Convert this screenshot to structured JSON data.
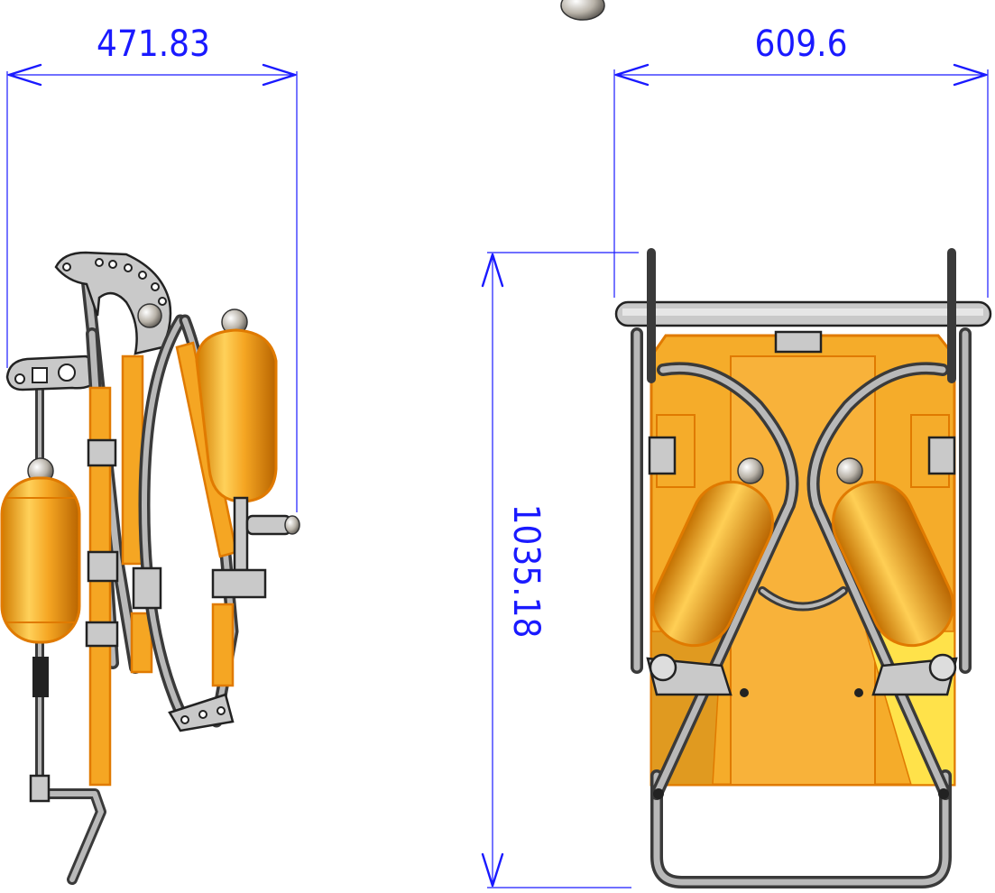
{
  "dimensions": {
    "side_width": "471.83",
    "front_width": "609.6",
    "height": "1035.18"
  },
  "colors": {
    "dimension": "#1a1aff",
    "tank": "#f5a623",
    "tank_outline": "#e07a00",
    "frame": "#3a3a3a",
    "frame_highlight": "#b9b9b9"
  }
}
